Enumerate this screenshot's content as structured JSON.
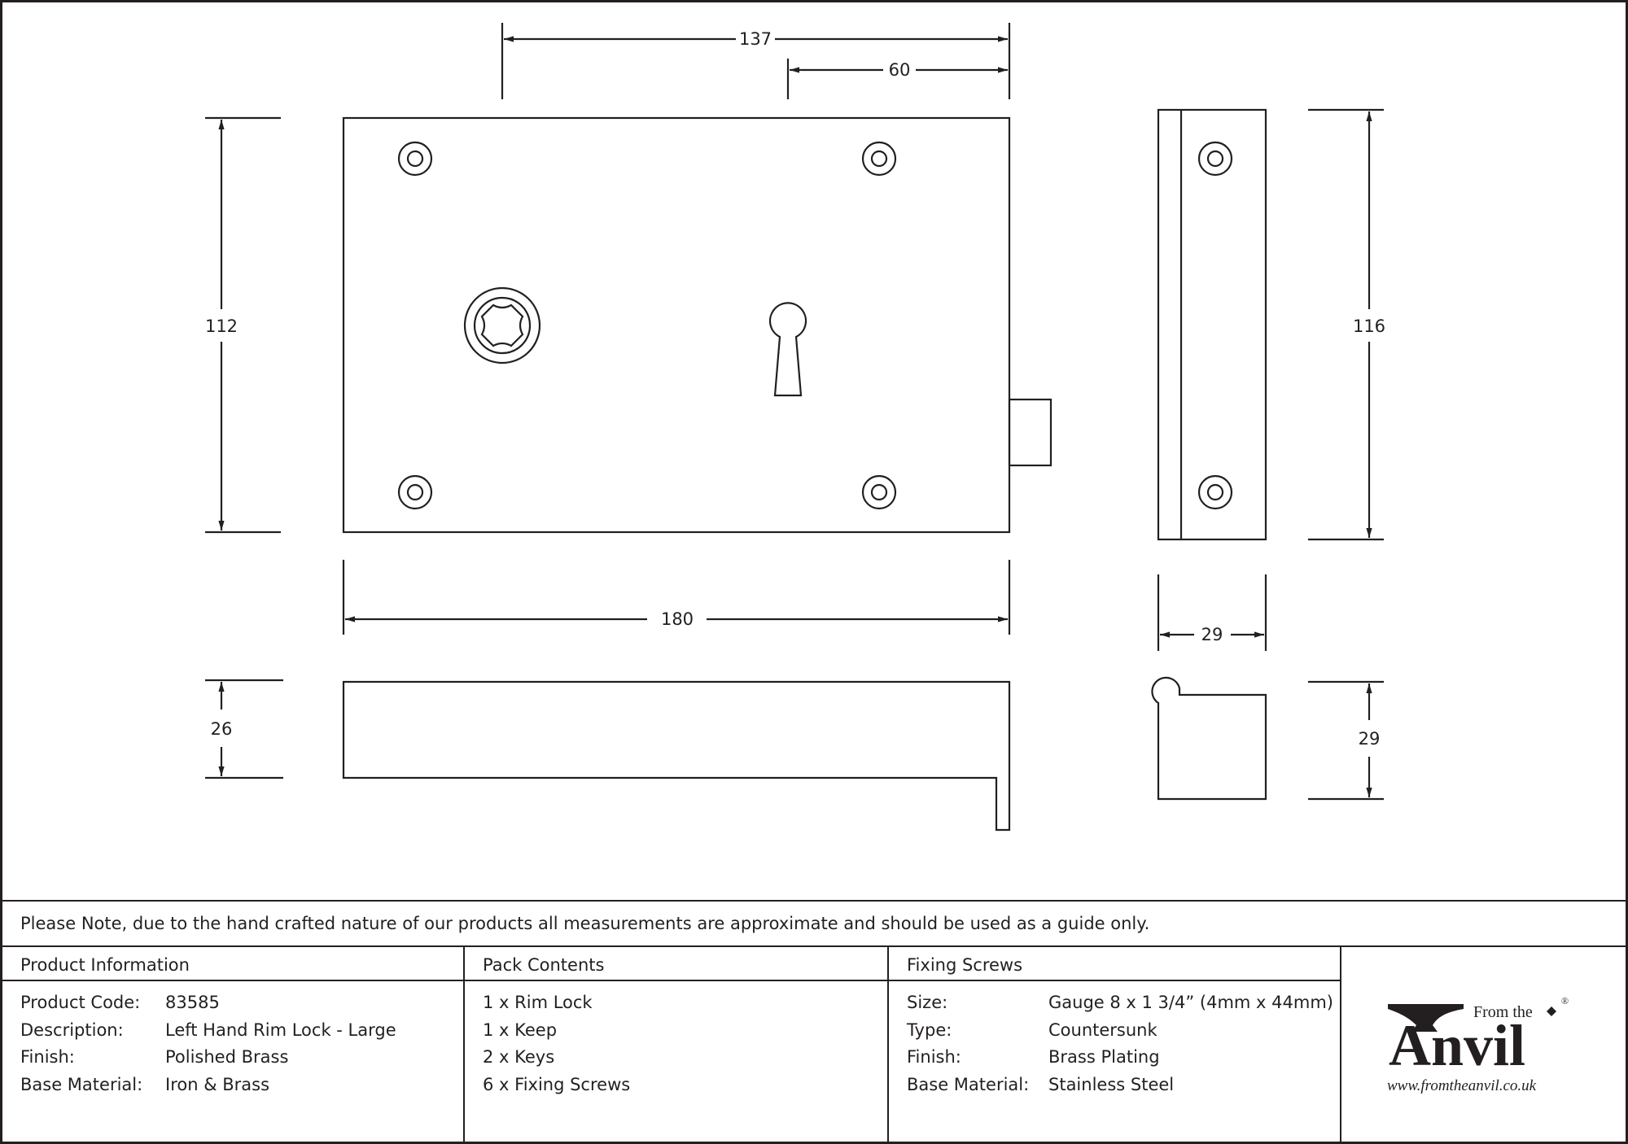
{
  "dimensions": {
    "front_width": "180",
    "front_height": "112",
    "keyhole_offset": "137",
    "screw_offset": "60",
    "side_height": "116",
    "side_depth": "29",
    "base_height": "26",
    "keep_height": "29"
  },
  "note": "Please Note, due to the hand crafted nature of our products all measurements are approximate and should be used as a guide only.",
  "product_information": {
    "heading": "Product Information",
    "rows": [
      {
        "label": "Product Code:",
        "value": "83585"
      },
      {
        "label": "Description:",
        "value": "Left Hand Rim Lock - Large"
      },
      {
        "label": "Finish:",
        "value": "Polished Brass"
      },
      {
        "label": "Base Material:",
        "value": "Iron & Brass"
      }
    ]
  },
  "pack_contents": {
    "heading": "Pack Contents",
    "items": [
      "1 x Rim Lock",
      "1 x Keep",
      "2 x Keys",
      "6 x Fixing Screws"
    ]
  },
  "fixing_screws": {
    "heading": "Fixing Screws",
    "rows": [
      {
        "label": "Size:",
        "value": "Gauge 8 x 1 3/4” (4mm x 44mm)"
      },
      {
        "label": "Type:",
        "value": "Countersunk"
      },
      {
        "label": "Finish:",
        "value": "Brass Plating"
      },
      {
        "label": "Base Material:",
        "value": "Stainless Steel"
      }
    ]
  },
  "logo": {
    "line1": "From the",
    "line2": "Anvil",
    "url": "www.fromtheanvil.co.uk",
    "registered": "®"
  }
}
